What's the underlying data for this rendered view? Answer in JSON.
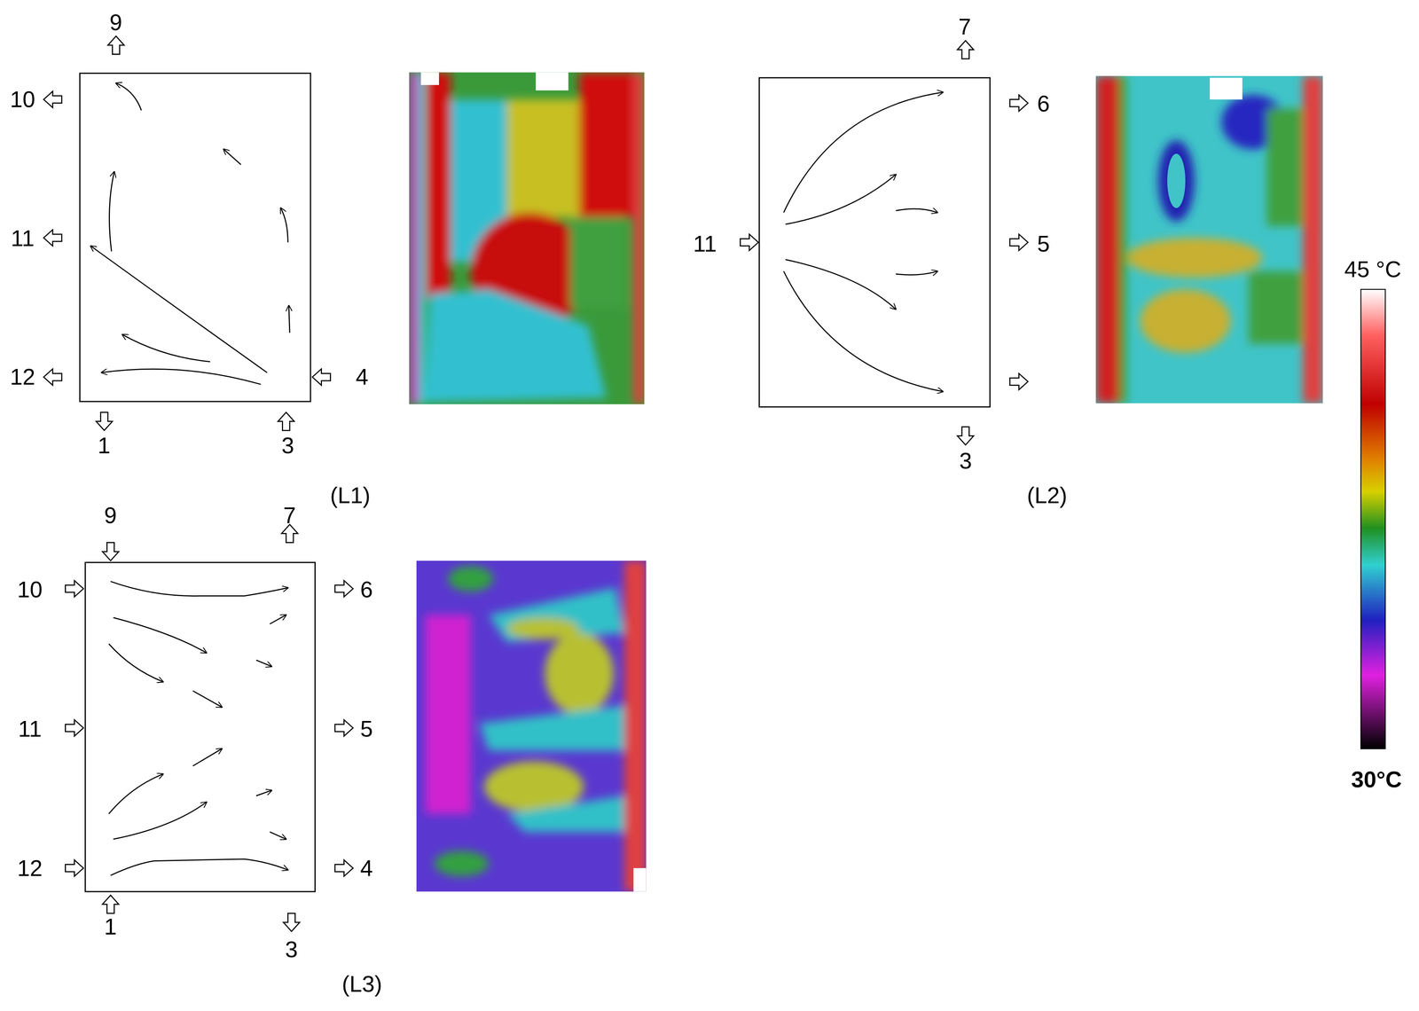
{
  "diagram": {
    "labels": [
      "9",
      "10",
      "11",
      "12",
      "1",
      "3",
      "4",
      "(L1)",
      "7",
      "6",
      "11",
      "5",
      "3",
      "(L2)",
      "9",
      "7",
      "10",
      "6",
      "11",
      "5",
      "12",
      "4",
      "1",
      "3",
      "(L3)",
      "45 °C",
      "30°C"
    ]
  }
}
